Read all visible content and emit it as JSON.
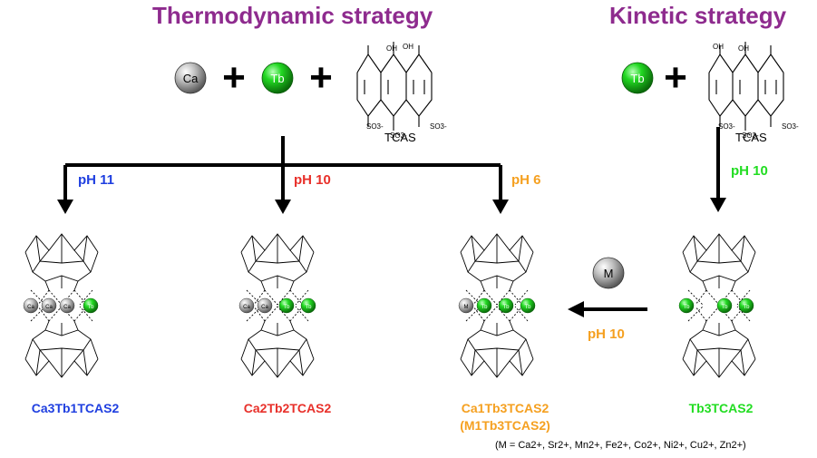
{
  "titles": {
    "thermo": "Thermodynamic strategy",
    "kinetic": "Kinetic strategy"
  },
  "reagents": {
    "ca": "Ca",
    "tb": "Tb",
    "m": "M",
    "plus": "+",
    "tcas": "TCAS",
    "so3": "SO3-",
    "oh": "OH",
    "s": "S"
  },
  "conditions": {
    "ph11": "pH 11",
    "ph10_thermo": "pH 10",
    "ph6": "pH 6",
    "ph10_kinetic": "pH 10",
    "ph10_metal": "pH 10"
  },
  "products": {
    "p1": "Ca3Tb1TCAS2",
    "p2": "Ca2Tb2TCAS2",
    "p3_line1": "Ca1Tb3TCAS2",
    "p3_line2": "(M1Tb3TCAS2)",
    "p4": "Tb3TCAS2"
  },
  "footnote": "(M = Ca2+, Sr2+, Mn2+, Fe2+, Co2+, Ni2+, Cu2+, Zn2+)",
  "colors": {
    "title": "#8e2b8e",
    "blue": "#1f3fe0",
    "red": "#e8302a",
    "orange": "#f5a020",
    "green": "#22dd22",
    "gray": "#9a9a9a"
  }
}
